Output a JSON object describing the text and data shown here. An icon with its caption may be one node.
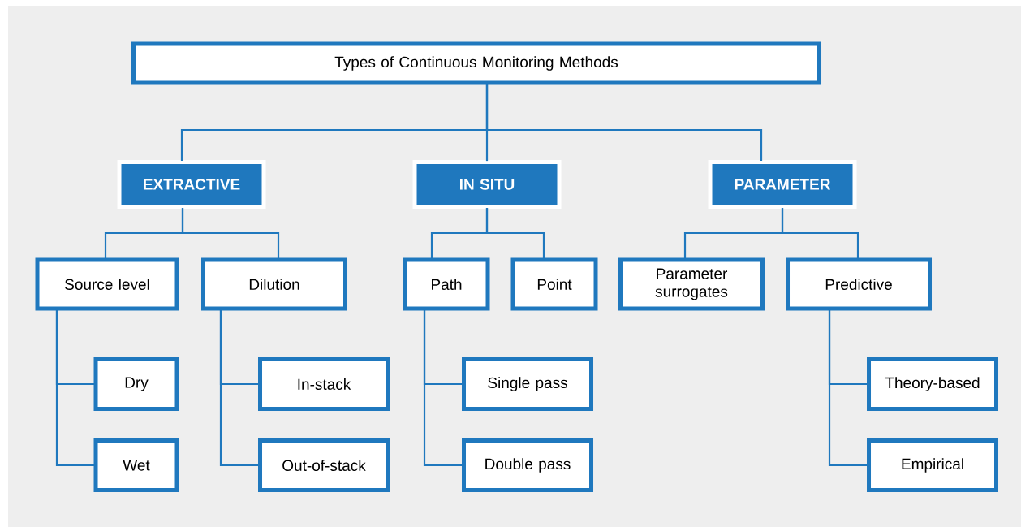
{
  "diagram": {
    "nodes": [
      {
        "text": [
          "Types of Continuous Monitoring Methods"
        ]
      },
      {
        "text": [
          "EXTRACTIVE"
        ]
      },
      {
        "text": [
          "IN SITU"
        ]
      },
      {
        "text": [
          "PARAMETER"
        ]
      },
      {
        "text": [
          "Source level"
        ]
      },
      {
        "text": [
          "Dilution"
        ]
      },
      {
        "text": [
          "Dry"
        ]
      },
      {
        "text": [
          "Wet"
        ]
      },
      {
        "text": [
          "In-stack"
        ]
      },
      {
        "text": [
          "Out-of-stack"
        ]
      },
      {
        "text": [
          "Path"
        ]
      },
      {
        "text": [
          "Point"
        ]
      },
      {
        "text": [
          "Single pass"
        ]
      },
      {
        "text": [
          "Double pass"
        ]
      },
      {
        "text": [
          "Parameter surrogates"
        ]
      },
      {
        "text": [
          "Predictive"
        ]
      },
      {
        "text": [
          "Theory-based"
        ]
      },
      {
        "text": [
          "Empirical"
        ]
      }
    ],
    "edges": [
      {
        "from": 0,
        "to": 1,
        "arrow": "none"
      },
      {
        "from": 0,
        "to": 2,
        "arrow": "none"
      },
      {
        "from": 0,
        "to": 3,
        "arrow": "none"
      },
      {
        "from": 1,
        "to": 4,
        "arrow": "none"
      },
      {
        "from": 1,
        "to": 5,
        "arrow": "none"
      },
      {
        "from": 4,
        "to": 6,
        "arrow": "none"
      },
      {
        "from": 4,
        "to": 7,
        "arrow": "none"
      },
      {
        "from": 5,
        "to": 8,
        "arrow": "none"
      },
      {
        "from": 5,
        "to": 9,
        "arrow": "none"
      },
      {
        "from": 2,
        "to": 10,
        "arrow": "none"
      },
      {
        "from": 2,
        "to": 11,
        "arrow": "none"
      },
      {
        "from": 10,
        "to": 12,
        "arrow": "none"
      },
      {
        "from": 10,
        "to": 13,
        "arrow": "none"
      },
      {
        "from": 3,
        "to": 14,
        "arrow": "none"
      },
      {
        "from": 3,
        "to": 15,
        "arrow": "none"
      },
      {
        "from": 15,
        "to": 16,
        "arrow": "none"
      },
      {
        "from": 15,
        "to": 17,
        "arrow": "none"
      }
    ]
  }
}
